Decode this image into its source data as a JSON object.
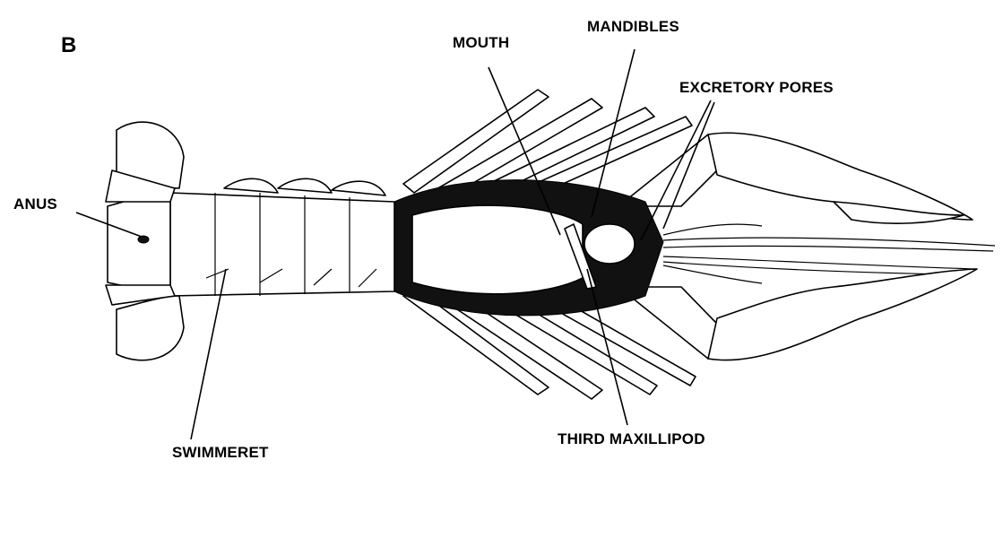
{
  "panel_letter": "B",
  "labels": {
    "mouth": "MOUTH",
    "mandibles": "MANDIBLES",
    "excretory_pores": "EXCRETORY PORES",
    "anus": "ANUS",
    "swimmeret": "SWIMMERET",
    "third_maxillipod": "THIRD MAXILLIPOD"
  }
}
